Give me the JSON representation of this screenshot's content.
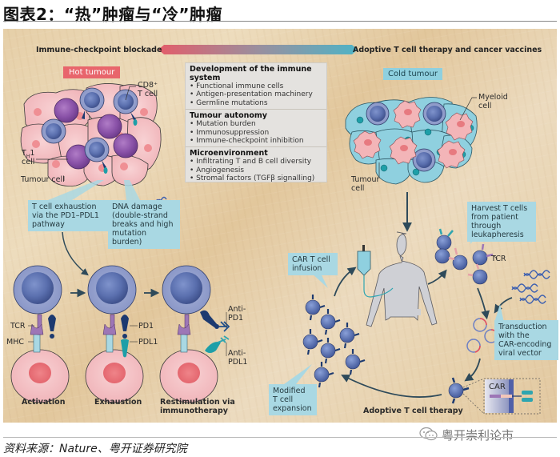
{
  "figure": {
    "title": "图表2：“热”肿瘤与“冷”肿瘤",
    "source": "资料来源：Nature、粤开证券研究院",
    "watermark": "粤开崇利论市",
    "watermark_icon": "wechat-icon"
  },
  "spectrum": {
    "left_label": "Immune-checkpoint blockade",
    "right_label": "Adoptive T cell therapy and cancer vaccines",
    "left_color": "#e35d6a",
    "right_color": "#4fb3c6"
  },
  "hot_tumour": {
    "tag": "Hot tumour",
    "tag_color": "#e8656c",
    "labels": {
      "cd8_line1": "CD8⁺",
      "cd8_line2": "T cell",
      "th1_line1": "T",
      "th1_sub": "H",
      "th1_num": "1",
      "th1_line2": "cell",
      "tumour_cell": "Tumour cell"
    }
  },
  "cold_tumour": {
    "tag": "Cold tumour",
    "tag_color": "#8fd0df",
    "labels": {
      "myeloid_line1": "Myeloid",
      "myeloid_line2": "cell",
      "tumour_line1": "Tumour",
      "tumour_line2": "cell"
    }
  },
  "factors": [
    {
      "heading": "Development of the immune system",
      "items": [
        "• Functional immune cells",
        "• Antigen-presentation machinery",
        "• Germline mutations"
      ]
    },
    {
      "heading": "Tumour autonomy",
      "items": [
        "• Mutation burden",
        "• Immunosuppression",
        "• Immune-checkpoint inhibition"
      ]
    },
    {
      "heading": "Microenvironment",
      "items": [
        "• Infiltrating T and B cell diversity",
        "• Angiogenesis",
        "• Stromal factors (TGFβ signalling)"
      ]
    }
  ],
  "callouts": {
    "exhaustion": [
      "T cell exhaustion",
      "via the  PD1–PDL1",
      "pathway"
    ],
    "dna_damage": [
      "DNA damage",
      "(double-strand",
      "breaks and high",
      "mutation burden)"
    ],
    "harvest": [
      "Harvest T cells",
      "from patient",
      "through",
      "leukapheresis"
    ],
    "infusion": [
      "CAR T cell",
      "infusion"
    ],
    "transduction": [
      "Transduction",
      "with the",
      "CAR-encoding",
      "viral vector"
    ],
    "expansion": [
      "Modified",
      "T cell",
      "expansion"
    ]
  },
  "checkpoint_stages": {
    "stage_labels": [
      "Activation",
      "Exhaustion",
      "Restimulation via",
      "immunotherapy"
    ],
    "molecule_labels": {
      "tcr": "TCR",
      "mhc": "MHC",
      "pd1": "PD1",
      "pdl1": "PDL1",
      "anti_pd1_1": "Anti-",
      "anti_pd1_2": "PD1",
      "anti_pdl1_1": "Anti-",
      "anti_pdl1_2": "PDL1"
    }
  },
  "act_cycle": {
    "title": "Adoptive T cell therapy",
    "tcr_label": "TCR",
    "car_label": "CAR"
  }
}
